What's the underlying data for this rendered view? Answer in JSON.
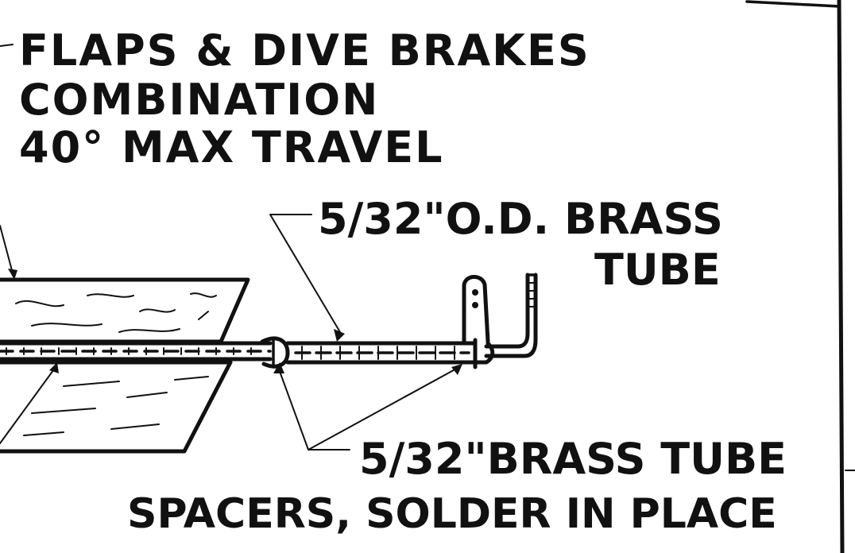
{
  "drawing": {
    "labels": {
      "flaps_line1": "FLAPS & DIVE BRAKES",
      "flaps_line2": "COMBINATION",
      "flaps_line3": "40° MAX TRAVEL",
      "od_tube_line1": "5/32\"O.D. BRASS",
      "od_tube_line2": "TUBE",
      "spacer_line1": "5/32\"BRASS TUBE",
      "spacer_line2": "SPACERS, SOLDER IN PLACE"
    }
  }
}
